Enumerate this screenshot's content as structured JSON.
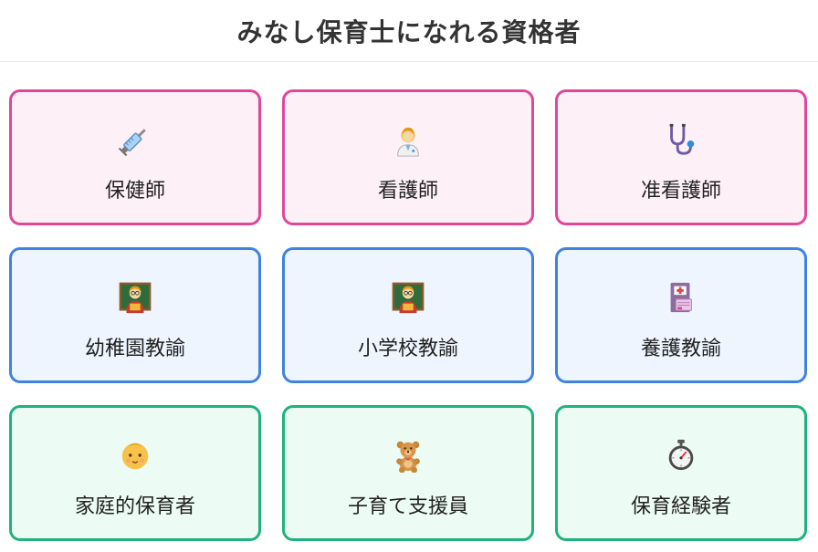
{
  "header": {
    "title": "みなし保育士になれる資格者"
  },
  "cards": [
    {
      "label": "保健師",
      "icon": "syringe-icon",
      "color": "pink"
    },
    {
      "label": "看護師",
      "icon": "health-worker-icon",
      "color": "pink"
    },
    {
      "label": "准看護師",
      "icon": "stethoscope-icon",
      "color": "pink"
    },
    {
      "label": "幼稚園教諭",
      "icon": "teacher-icon",
      "color": "blue"
    },
    {
      "label": "小学校教諭",
      "icon": "teacher-icon",
      "color": "blue"
    },
    {
      "label": "養護教諭",
      "icon": "hospital-icon",
      "color": "blue"
    },
    {
      "label": "家庭的保育者",
      "icon": "baby-icon",
      "color": "green"
    },
    {
      "label": "子育て支援員",
      "icon": "teddy-bear-icon",
      "color": "green"
    },
    {
      "label": "保育経験者",
      "icon": "stopwatch-icon",
      "color": "green"
    }
  ],
  "colors": {
    "pink": "#e0479a",
    "blue": "#3f82e0",
    "green": "#1db37b"
  }
}
